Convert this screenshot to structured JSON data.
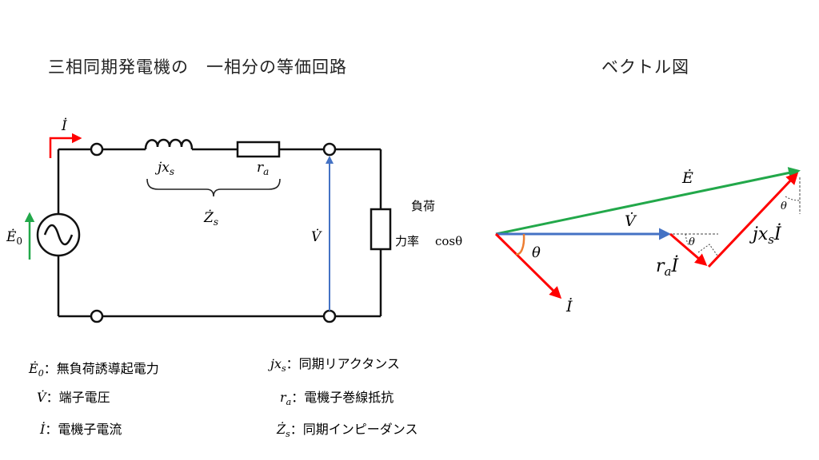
{
  "titles": {
    "circuit": "三相同期発電機の　一相分の等価回路",
    "vector": "ベクトル図"
  },
  "circuit": {
    "current_label": "İ",
    "emf_label": "Ė",
    "emf_sub": "0",
    "reactance_label": "jx",
    "reactance_sub": "s",
    "resistance_label": "r",
    "resistance_sub": "a",
    "impedance_label": "Ż",
    "impedance_sub": "s",
    "voltage_label": "V̇",
    "load_label": "負荷",
    "power_factor_label": "力率",
    "power_factor_value": "cosθ"
  },
  "vector_diagram": {
    "E_label": "Ė",
    "V_label": "V̇",
    "I_label": "İ",
    "theta_label": "θ",
    "ra_label": "r",
    "ra_sub": "a",
    "ra_suffix": "İ",
    "jxs_label": "jx",
    "jxs_sub": "s",
    "jxs_suffix": "İ"
  },
  "legend": {
    "left": [
      {
        "sym": "Ė",
        "sub": "0",
        "sep": "：",
        "text": "無負荷誘導起電力"
      },
      {
        "sym": "V̇",
        "sub": "",
        "sep": "：",
        "text": "端子電圧"
      },
      {
        "sym": "İ",
        "sub": "",
        "sep": "：",
        "text": "電機子電流"
      }
    ],
    "right": [
      {
        "sym": "jx",
        "sub": "s",
        "sep": "：",
        "text": "同期リアクタンス"
      },
      {
        "sym": "r",
        "sub": "a",
        "sep": "：",
        "text": "電機子巻線抵抗"
      },
      {
        "sym": "Ż",
        "sub": "s",
        "sep": "：",
        "text": "同期インピーダンス"
      }
    ]
  },
  "colors": {
    "current": "#ff0000",
    "voltage": "#4472c4",
    "emf": "#22a84a",
    "angle": "#ed7d31",
    "wire": "#111111"
  }
}
